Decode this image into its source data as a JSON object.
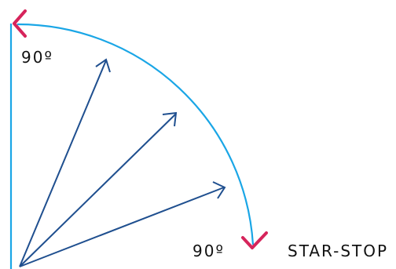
{
  "labels": {
    "top_angle": "90º",
    "bottom_angle": "90º",
    "caption": "STAR-STOP"
  },
  "colors": {
    "arc": "#1aa6e6",
    "axis": "#1aa6e6",
    "arrows": "#1f4f8f",
    "markers": "#d6245b",
    "text": "#111111"
  },
  "arrows_count": 3,
  "markers": {
    "top": "chevron-left-icon",
    "bottom": "chevron-down-icon"
  }
}
